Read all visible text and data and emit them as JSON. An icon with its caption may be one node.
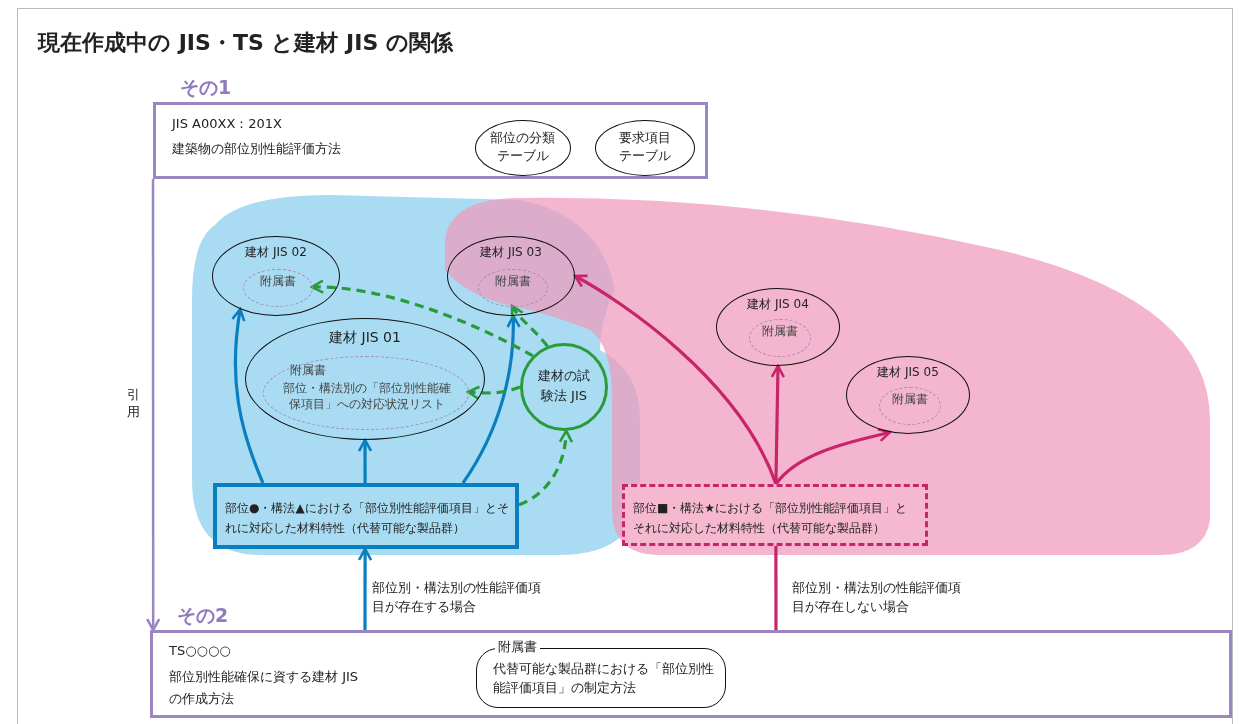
{
  "diagram": {
    "title": "現在作成中の JIS・TS と建材 JIS の関係",
    "nodes": [
      {
        "text": [
          "その1",
          "JIS A00XX：201X",
          "建築物の部位別性能評価方法"
        ]
      },
      {
        "text": [
          "部位の分類テーブル"
        ],
        "in": 0
      },
      {
        "text": [
          "要求項目テーブル"
        ],
        "in": 0
      },
      {
        "text": [
          "建材 JIS 02"
        ]
      },
      {
        "text": [
          "附属書"
        ],
        "in": 3
      },
      {
        "text": [
          "建材 JIS 03"
        ]
      },
      {
        "text": [
          "附属書"
        ],
        "in": 5
      },
      {
        "text": [
          "建材 JIS 01"
        ]
      },
      {
        "text": [
          "附属書",
          "部位・構法別の「部位別性能確保項目」への対応状況リスト"
        ],
        "in": 7
      },
      {
        "text": [
          "建材の試験法 JIS"
        ]
      },
      {
        "text": [
          "建材 JIS 04"
        ]
      },
      {
        "text": [
          "附属書"
        ],
        "in": 10
      },
      {
        "text": [
          "建材 JIS 05"
        ]
      },
      {
        "text": [
          "附属書"
        ],
        "in": 12
      },
      {
        "text": [
          "部位●・構法▲における「部位別性能評価項目」とそれに対応した材料特性（代替可能な製品群）"
        ]
      },
      {
        "text": [
          "部位■・構法★における「部位別性能評価項目」とそれに対応した材料特性（代替可能な製品群）"
        ]
      },
      {
        "text": [
          "その2",
          "TS○○○○",
          "部位別性能確保に資する建材 JIS の作成方法"
        ]
      },
      {
        "text": [
          "附属書",
          "代替可能な製品群における「部位別性能評価項目」の制定方法"
        ],
        "in": 16
      }
    ],
    "edges": [
      {
        "from": 0,
        "to": 16,
        "arrow": "to",
        "label": "引用",
        "color": "#9a86c0"
      },
      {
        "from": 16,
        "to": 14,
        "arrow": "to",
        "label": "部位別・構法別の性能評価項目が存在する場合",
        "color": "#0a7fc0"
      },
      {
        "from": 14,
        "to": 3,
        "arrow": "to",
        "color": "#0a7fc0"
      },
      {
        "from": 14,
        "to": 7,
        "arrow": "to",
        "color": "#0a7fc0"
      },
      {
        "from": 14,
        "to": 5,
        "arrow": "to",
        "color": "#0a7fc0"
      },
      {
        "from": 14,
        "to": 9,
        "arrow": "to",
        "style": "dashed",
        "color": "#2a9a3a"
      },
      {
        "from": 9,
        "to": 4,
        "arrow": "to",
        "style": "dashed",
        "color": "#2a9a3a"
      },
      {
        "from": 9,
        "to": 6,
        "arrow": "to",
        "style": "dashed",
        "color": "#2a9a3a"
      },
      {
        "from": 9,
        "to": 8,
        "arrow": "to",
        "style": "dashed",
        "color": "#2a9a3a"
      },
      {
        "from": 16,
        "to": 15,
        "arrow": "none",
        "label": "部位別・構法別の性能評価項目が存在しない場合",
        "color": "#c8246a"
      },
      {
        "from": 15,
        "to": 5,
        "arrow": "to",
        "color": "#c8246a"
      },
      {
        "from": 15,
        "to": 10,
        "arrow": "to",
        "color": "#c8246a"
      },
      {
        "from": 15,
        "to": 12,
        "arrow": "to",
        "color": "#c8246a"
      }
    ]
  }
}
